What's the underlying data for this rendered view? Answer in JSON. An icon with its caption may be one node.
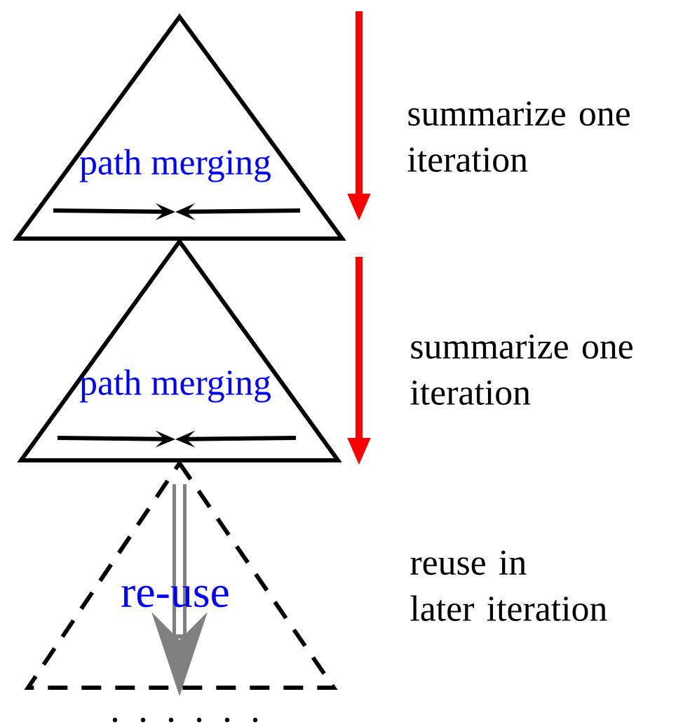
{
  "diagram": {
    "nodes": [
      {
        "text": [
          "path merging"
        ]
      },
      {
        "text": [
          "path merging"
        ]
      },
      {
        "text": [
          "re-use"
        ]
      }
    ],
    "labels": [
      "summarize one iteration",
      "summarize one iteration",
      "reuse in later iteration"
    ]
  }
}
